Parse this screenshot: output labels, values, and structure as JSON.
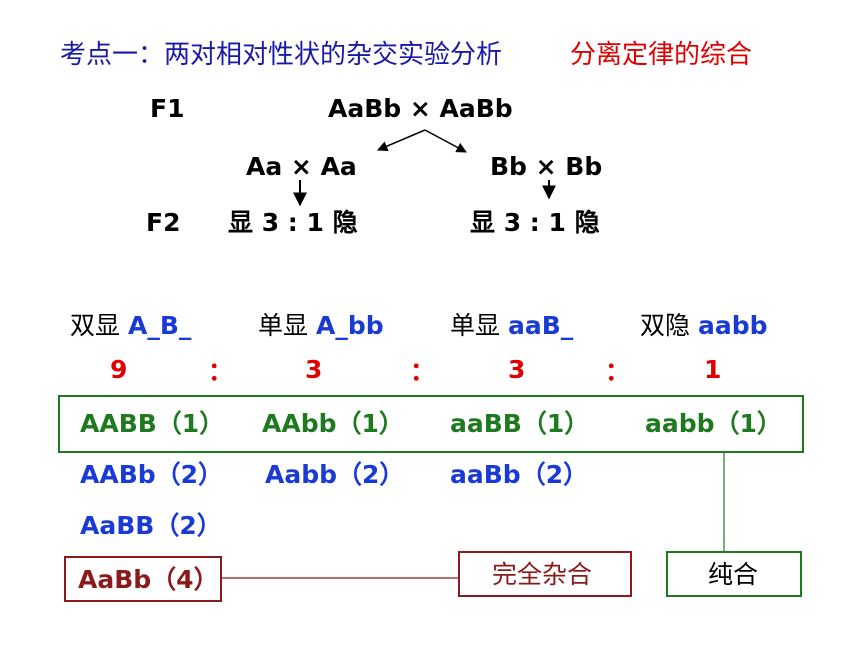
{
  "title": {
    "main": "考点一：两对相对性状的杂交实验分析",
    "sub": "分离定律的综合"
  },
  "cross": {
    "f1_label": "F1",
    "f1_cross": "AaBb × AaBb",
    "left_cross": "Aa × Aa",
    "right_cross": "Bb × Bb",
    "f2_label": "F2",
    "left_ratio": "显 3 : 1 隐",
    "right_ratio": "显 3 : 1 隐"
  },
  "phenotypes": [
    {
      "label": "双显",
      "genotype": "A_B_"
    },
    {
      "label": "单显",
      "genotype": "A_bb"
    },
    {
      "label": "单显",
      "genotype": "aaB_"
    },
    {
      "label": "双隐",
      "genotype": "aabb"
    }
  ],
  "ratio": {
    "values": [
      "9",
      "3",
      "3",
      "1"
    ],
    "separators": [
      "：",
      "：",
      "："
    ]
  },
  "genotypes": {
    "row1": [
      "AABB（1）",
      "AAbb（1）",
      "aaBB（1）",
      "aabb（1）"
    ],
    "row2": [
      "AABb（2）",
      "Aabb（2）",
      "aaBb（2）"
    ],
    "row3": [
      "AaBB（2）"
    ],
    "row4": [
      "AaBb（4）"
    ]
  },
  "labels": {
    "heterozygous": "完全杂合",
    "homozygous": "纯合"
  },
  "colors": {
    "title_blue": "#1a1aa6",
    "red": "#e00000",
    "green": "#1e7a1e",
    "blue": "#1a3ad6",
    "dark_red": "#8b1a1a"
  }
}
